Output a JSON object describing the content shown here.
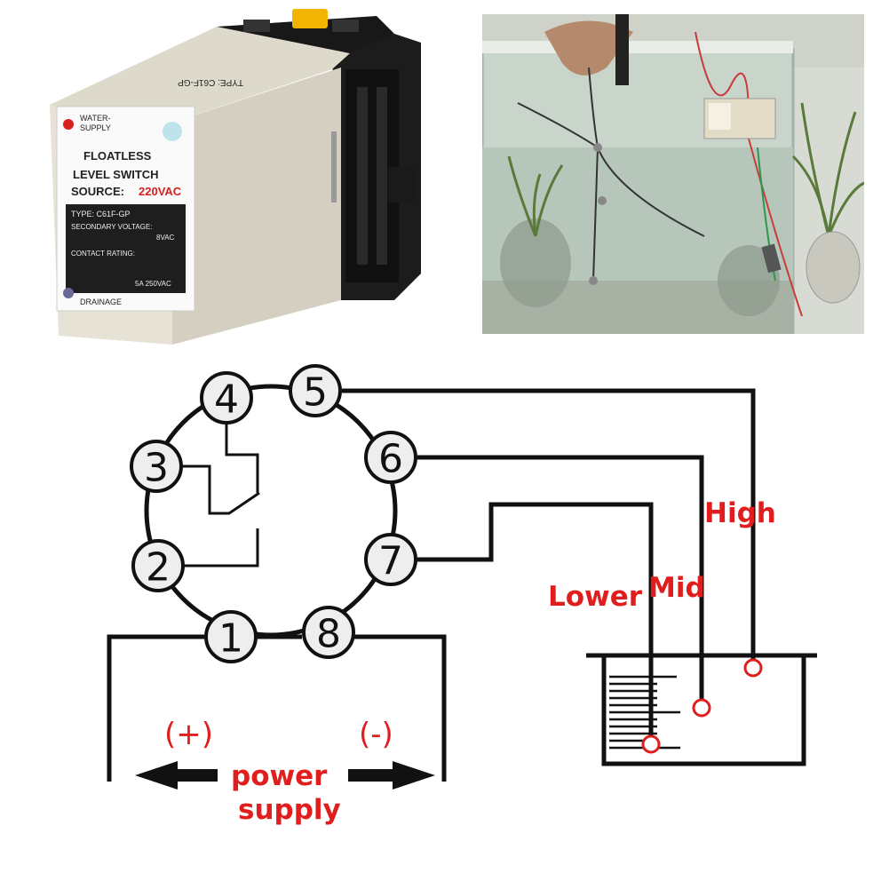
{
  "relay_photo": {
    "indicator_top": "WATER-\nSUPPLY",
    "indicator_top_line1": "WATER-",
    "indicator_top_line2": "SUPPLY",
    "title_line1": "FLOATLESS",
    "title_line2": "LEVEL SWITCH",
    "source_label": "SOURCE:",
    "source_value": "220VAC",
    "type_line": "TYPE:  C61F-GP",
    "secondary_voltage_label": "SECONDARY VOLTAGE:",
    "secondary_voltage_value": "8VAC",
    "contact_rating_label": "CONTACT RATING:",
    "contact_rating_value": "5A 250VAC",
    "indicator_bottom": "DRAINAGE",
    "top_mirrored_text": "TYPE: C61F-GP",
    "colors": {
      "body": "#e6e2d6",
      "plate": "#1e1e1e",
      "accent_red": "#d62020",
      "socket": "#1a1a1a",
      "latch": "#f2b400"
    }
  },
  "tank_photo": {
    "colors": {
      "wall": "#d7dbd3",
      "water": "#bdcac0",
      "plant": "#5a7a3c",
      "relay": "#e2dcc6"
    }
  },
  "diagram": {
    "pins": [
      "1",
      "2",
      "3",
      "4",
      "5",
      "6",
      "7",
      "8"
    ],
    "labels": {
      "high": "High",
      "mid": "Mid",
      "lower": "Lower",
      "positive": "(+)",
      "negative": "(-)",
      "power_line1": "power",
      "power_line2": "supply"
    },
    "colors": {
      "line": "#111111",
      "label": "#e01e1e",
      "pin_fill": "#eeeeee"
    }
  }
}
